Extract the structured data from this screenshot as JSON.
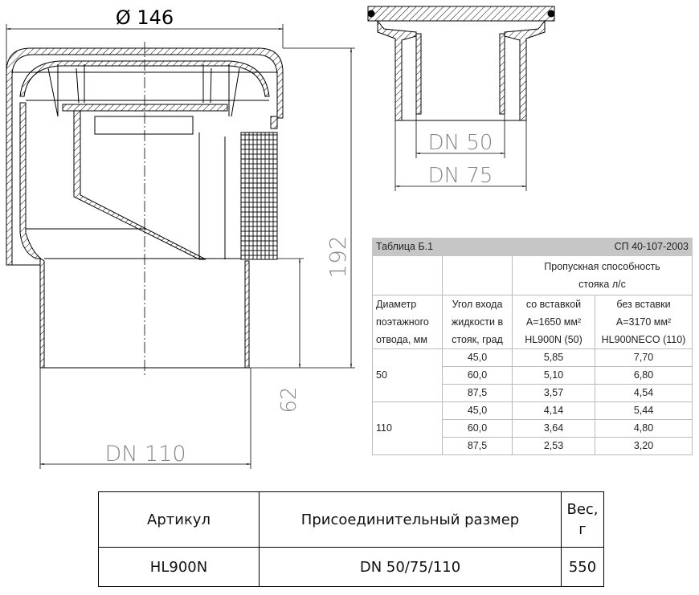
{
  "drawing": {
    "main_view": {
      "diameter_label": "Ø 146",
      "height_label": "192",
      "socket_height_label": "62",
      "outlet_label": "DN 110"
    },
    "adapter_view": {
      "inner_label": "DN 50",
      "outer_label": "DN 75"
    }
  },
  "capacity_table": {
    "title": "Таблица Б.1",
    "standard": "СП 40-107-2003",
    "group_header": "Пропускная способность стояка л/с",
    "columns": [
      "Диаметр поэтажного отвода, мм",
      "Угол входа жидкости в стояк, град",
      "со вставкой A=1650 мм² HL900N (50)",
      "без вставки A=3170 мм² HL900NECO (110)"
    ],
    "groups": [
      {
        "diameter": "50",
        "rows": [
          {
            "angle": "45,0",
            "with_insert": "5,85",
            "without_insert": "7,70"
          },
          {
            "angle": "60,0",
            "with_insert": "5,10",
            "without_insert": "6,80"
          },
          {
            "angle": "87,5",
            "with_insert": "3,57",
            "without_insert": "4,54"
          }
        ]
      },
      {
        "diameter": "110",
        "rows": [
          {
            "angle": "45,0",
            "with_insert": "4,14",
            "without_insert": "5,44"
          },
          {
            "angle": "60,0",
            "with_insert": "3,64",
            "without_insert": "4,80"
          },
          {
            "angle": "87,5",
            "with_insert": "2,53",
            "without_insert": "3,20"
          }
        ]
      }
    ]
  },
  "product_table": {
    "headers": [
      "Артикул",
      "Присоединительный размер",
      "Вес, г"
    ],
    "rows": [
      [
        "HL900N",
        "DN 50/75/110",
        "550"
      ]
    ]
  }
}
